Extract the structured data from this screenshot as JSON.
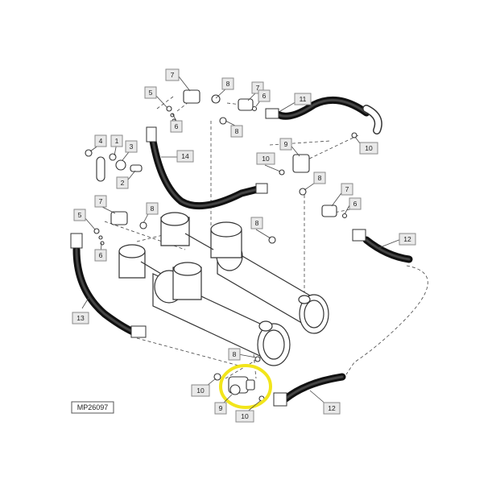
{
  "figure_id": "MP26097",
  "highlight_color": "#f2e51b",
  "callouts": [
    {
      "id": "c7a",
      "text": "7"
    },
    {
      "id": "c8a",
      "text": "8"
    },
    {
      "id": "c5a",
      "text": "5"
    },
    {
      "id": "c6a",
      "text": "6"
    },
    {
      "id": "c7b",
      "text": "7"
    },
    {
      "id": "c6b",
      "text": "6"
    },
    {
      "id": "c8b",
      "text": "8"
    },
    {
      "id": "c11",
      "text": "11"
    },
    {
      "id": "c10a",
      "text": "10"
    },
    {
      "id": "c4",
      "text": "4"
    },
    {
      "id": "c1",
      "text": "1"
    },
    {
      "id": "c3",
      "text": "3"
    },
    {
      "id": "c2",
      "text": "2"
    },
    {
      "id": "c14",
      "text": "14"
    },
    {
      "id": "c9a",
      "text": "9"
    },
    {
      "id": "c10b",
      "text": "10"
    },
    {
      "id": "c8c",
      "text": "8"
    },
    {
      "id": "c7c",
      "text": "7"
    },
    {
      "id": "c6c",
      "text": "6"
    },
    {
      "id": "c7d",
      "text": "7"
    },
    {
      "id": "c8d",
      "text": "8"
    },
    {
      "id": "c5b",
      "text": "5"
    },
    {
      "id": "c6d",
      "text": "6"
    },
    {
      "id": "c8e",
      "text": "8"
    },
    {
      "id": "c12a",
      "text": "12"
    },
    {
      "id": "c13",
      "text": "13"
    },
    {
      "id": "c8f",
      "text": "8"
    },
    {
      "id": "c10c",
      "text": "10"
    },
    {
      "id": "c9b",
      "text": "9"
    },
    {
      "id": "c10d",
      "text": "10"
    },
    {
      "id": "c12b",
      "text": "12"
    }
  ]
}
